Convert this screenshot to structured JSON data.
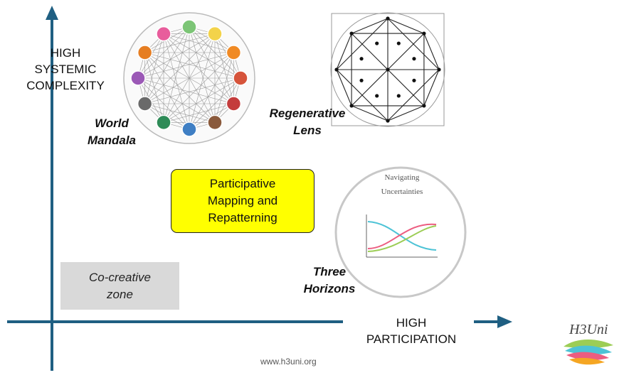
{
  "diagram": {
    "y_axis_label": "HIGH\nSYSTEMIC\nCOMPLEXITY",
    "x_axis_label": "HIGH\nPARTICIPATION",
    "zone_label": "Co-creative\nzone",
    "center_box": "Participative\nMapping and\nRepatterning",
    "world_mandala_label": "World\nMandala",
    "regenerative_lens_label": "Regenerative\nLens",
    "three_horizons_label": "Three\nHorizons",
    "three_horizons_title": "Navigating\nUncertainties",
    "website": "www.h3uni.org",
    "logo_text": "H3Uni"
  },
  "colors": {
    "axis": "#1f5f82",
    "center_box_fill": "#ffff00",
    "zone_fill": "#d9d9d9",
    "curve_blue": "#4dc3d6",
    "curve_pink": "#ec5d80",
    "curve_green": "#9ccd55"
  }
}
